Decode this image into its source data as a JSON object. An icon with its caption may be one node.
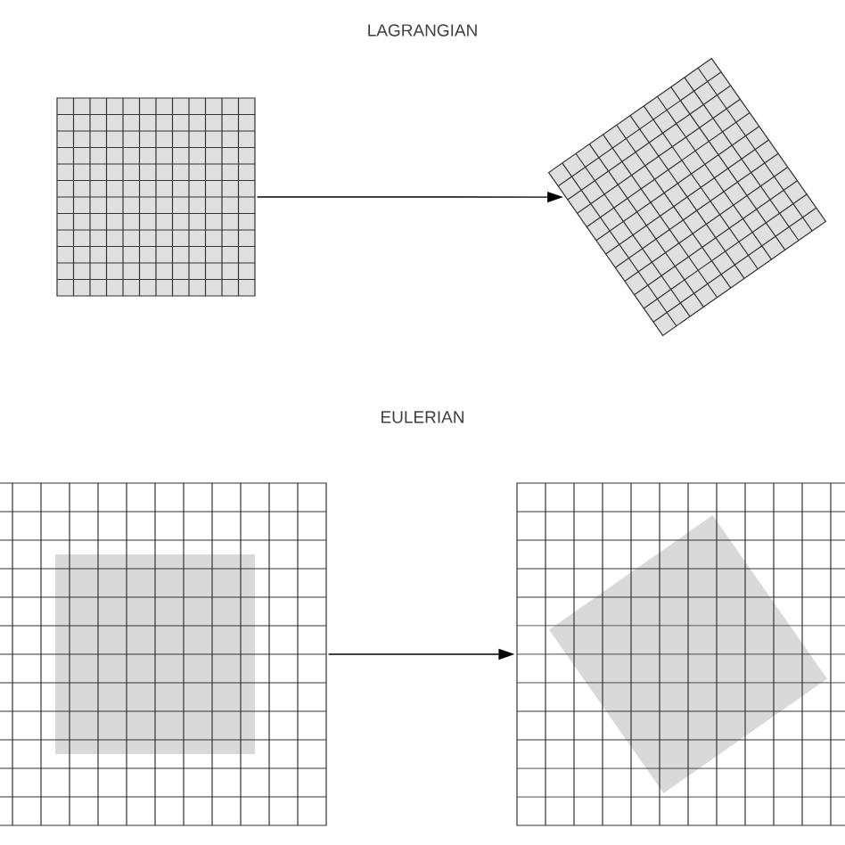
{
  "diagram": {
    "nodes": [
      {
        "text": [],
        "shape": "grid"
      },
      {
        "text": [],
        "shape": "grid"
      },
      {
        "text": [],
        "shape": "grid"
      },
      {
        "text": [],
        "shape": "grid"
      }
    ],
    "edges": [
      {
        "from": 0,
        "to": 1,
        "arrow": "to"
      },
      {
        "from": 2,
        "to": 3,
        "arrow": "to"
      }
    ],
    "labels": [
      "LAGRANGIAN",
      "EULERIAN"
    ]
  }
}
